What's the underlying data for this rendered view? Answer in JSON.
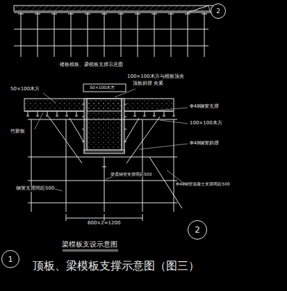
{
  "diagram": {
    "title": "顶板、梁模板支撑示意图（图三）",
    "nodes": [
      {
        "text": [
          "2"
        ]
      },
      {
        "text": [
          "2"
        ]
      },
      {
        "text": [
          "1"
        ]
      }
    ],
    "labels": [
      "楼板模板、梁模板支撑示意图",
      "50×100木方",
      "100×100木方与模板顶夹",
      "顶板斜撑 夹紧",
      "50×100木方",
      "Φ48钢管支撑",
      "100×100木方",
      "竹胶板",
      "Φ48钢管斜撑",
      "Φ48钢管混凝土支撑间距500",
      "钢管支撑间距500",
      "梁底钢管支撑间距500",
      "600×2=1200",
      "梁模板支设示意图"
    ]
  }
}
